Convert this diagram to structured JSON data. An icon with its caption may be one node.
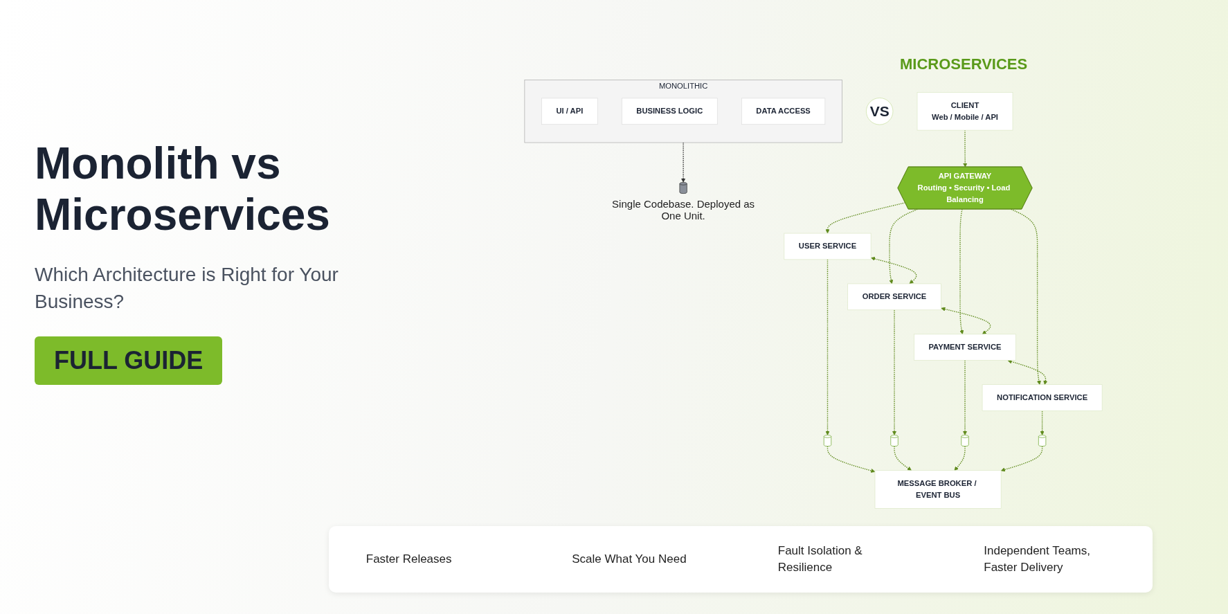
{
  "diagram": {
    "title": "Monolith vs Microservices",
    "caption": "Which Architecture is Right for Your Business?",
    "nodes": [
      {
        "text": [
          "MONOLITHIC"
        ]
      },
      {
        "text": [
          "UI / API"
        ],
        "in": 0
      },
      {
        "text": [
          "BUSINESS LOGIC"
        ],
        "in": 0
      },
      {
        "text": [
          "DATA ACCESS"
        ],
        "in": 0
      },
      {
        "text": [],
        "shape": "cylinder",
        "beside": [
          "Single Codebase. Deployed as One Unit."
        ]
      },
      {
        "text": [
          "VS"
        ]
      },
      {
        "text": [
          "CLIENT",
          "Web / Mobile / API"
        ]
      },
      {
        "text": [
          "API GATEWAY",
          "Routing • Security • Load Balancing"
        ]
      },
      {
        "text": [
          "USER SERVICE"
        ]
      },
      {
        "text": [
          "ORDER SERVICE"
        ]
      },
      {
        "text": [
          "PAYMENT SERVICE"
        ]
      },
      {
        "text": [
          "NOTIFICATION SERVICE"
        ]
      },
      {
        "text": [],
        "shape": "cylinder"
      },
      {
        "text": [],
        "shape": "cylinder"
      },
      {
        "text": [],
        "shape": "cylinder"
      },
      {
        "text": [],
        "shape": "cylinder"
      },
      {
        "text": [
          "MESSAGE BROKER / EVENT BUS"
        ]
      }
    ],
    "edges": [
      {
        "from": 0,
        "to": 4,
        "arrow": "to",
        "style": "dashed",
        "color": "#333333"
      },
      {
        "from": 6,
        "to": 7,
        "arrow": "to",
        "style": "dashed"
      },
      {
        "from": 7,
        "to": 8,
        "arrow": "to",
        "style": "dashed"
      },
      {
        "from": 7,
        "to": 9,
        "arrow": "to",
        "style": "dashed"
      },
      {
        "from": 7,
        "to": 10,
        "arrow": "to",
        "style": "dashed"
      },
      {
        "from": 7,
        "to": 11,
        "arrow": "to",
        "style": "dashed"
      },
      {
        "from": 8,
        "to": 9,
        "arrow": "both",
        "style": "dashed"
      },
      {
        "from": 9,
        "to": 10,
        "arrow": "both",
        "style": "dashed"
      },
      {
        "from": 10,
        "to": 11,
        "arrow": "both",
        "style": "dashed"
      },
      {
        "from": 8,
        "to": 12,
        "arrow": "to",
        "style": "dashed"
      },
      {
        "from": 9,
        "to": 13,
        "arrow": "to",
        "style": "dashed"
      },
      {
        "from": 10,
        "to": 14,
        "arrow": "to",
        "style": "dashed"
      },
      {
        "from": 11,
        "to": 15,
        "arrow": "to",
        "style": "dashed"
      },
      {
        "from": 12,
        "to": 16,
        "arrow": "to",
        "style": "dashed"
      },
      {
        "from": 13,
        "to": 16,
        "arrow": "to",
        "style": "dashed"
      },
      {
        "from": 14,
        "to": 16,
        "arrow": "to",
        "style": "dashed"
      },
      {
        "from": 15,
        "to": 16,
        "arrow": "to",
        "style": "dashed"
      }
    ],
    "labels": [
      "FULL GUIDE",
      "MICROSERVICES",
      "Faster Releases",
      "Scale What You Need",
      "Fault Isolation & Resilience",
      "Independent Teams, Faster Delivery"
    ]
  }
}
